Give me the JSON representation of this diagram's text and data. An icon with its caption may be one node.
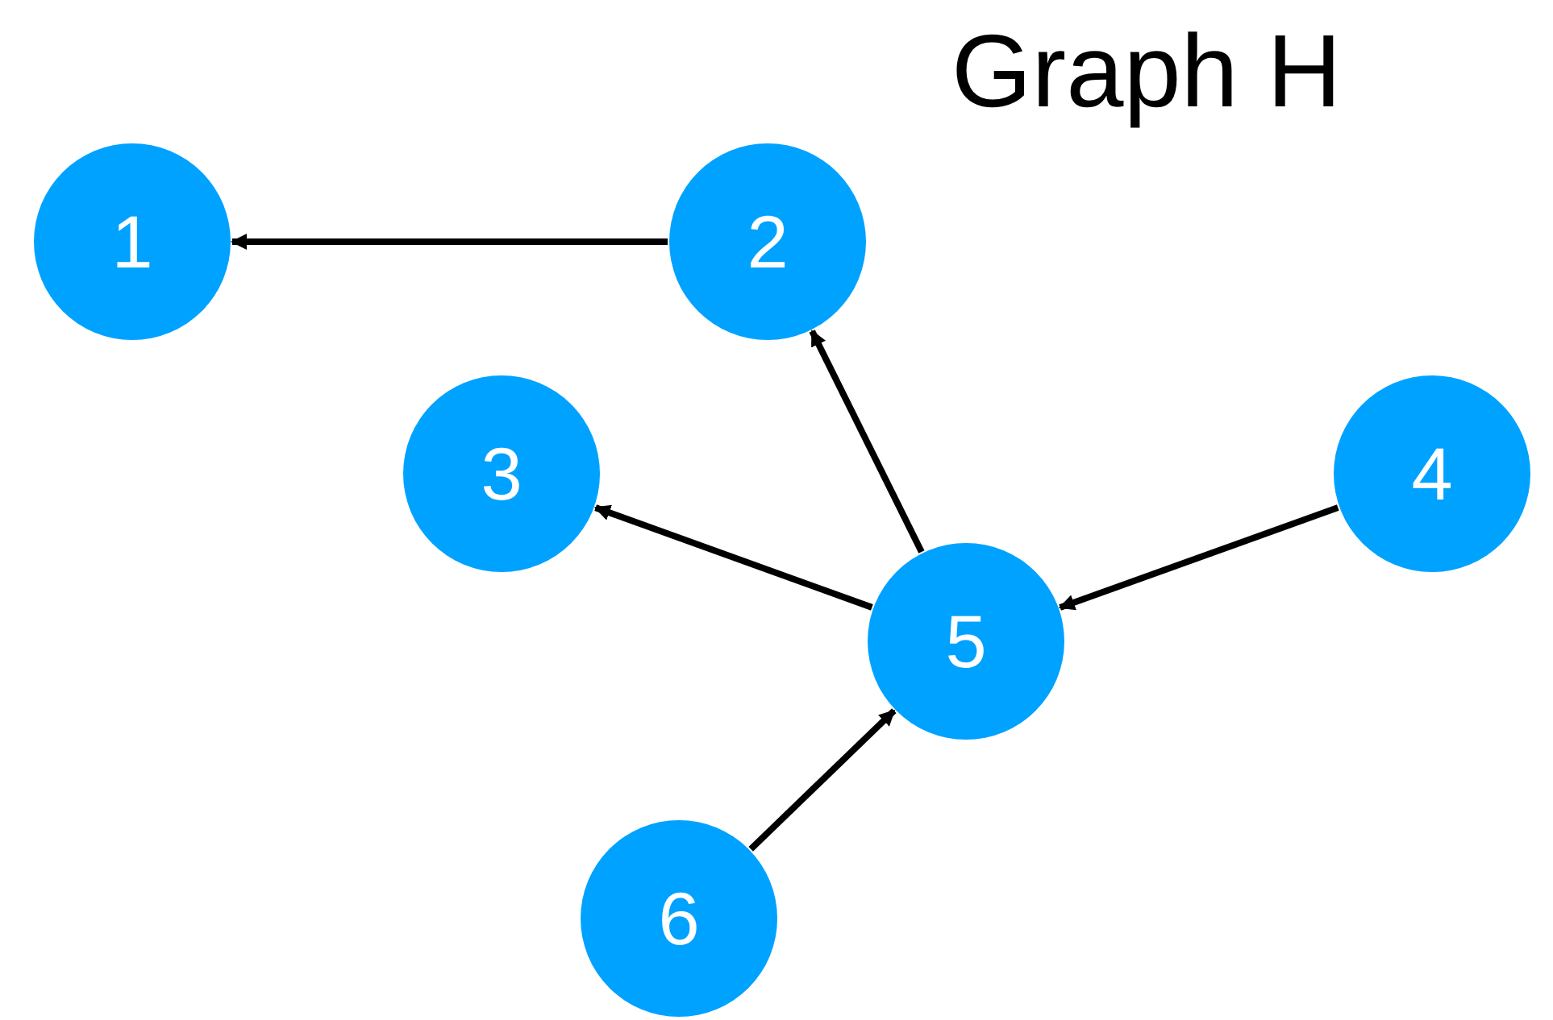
{
  "diagram": {
    "title": "Graph H",
    "nodes": [
      {
        "text": [
          "1"
        ]
      },
      {
        "text": [
          "2"
        ]
      },
      {
        "text": [
          "3"
        ]
      },
      {
        "text": [
          "4"
        ]
      },
      {
        "text": [
          "5"
        ]
      },
      {
        "text": [
          "6"
        ]
      }
    ],
    "edges": [
      {
        "from": 1,
        "to": 0,
        "arrow": "to"
      },
      {
        "from": 4,
        "to": 1,
        "arrow": "to"
      },
      {
        "from": 4,
        "to": 2,
        "arrow": "to"
      },
      {
        "from": 3,
        "to": 4,
        "arrow": "to"
      },
      {
        "from": 5,
        "to": 4,
        "arrow": "to"
      }
    ]
  }
}
